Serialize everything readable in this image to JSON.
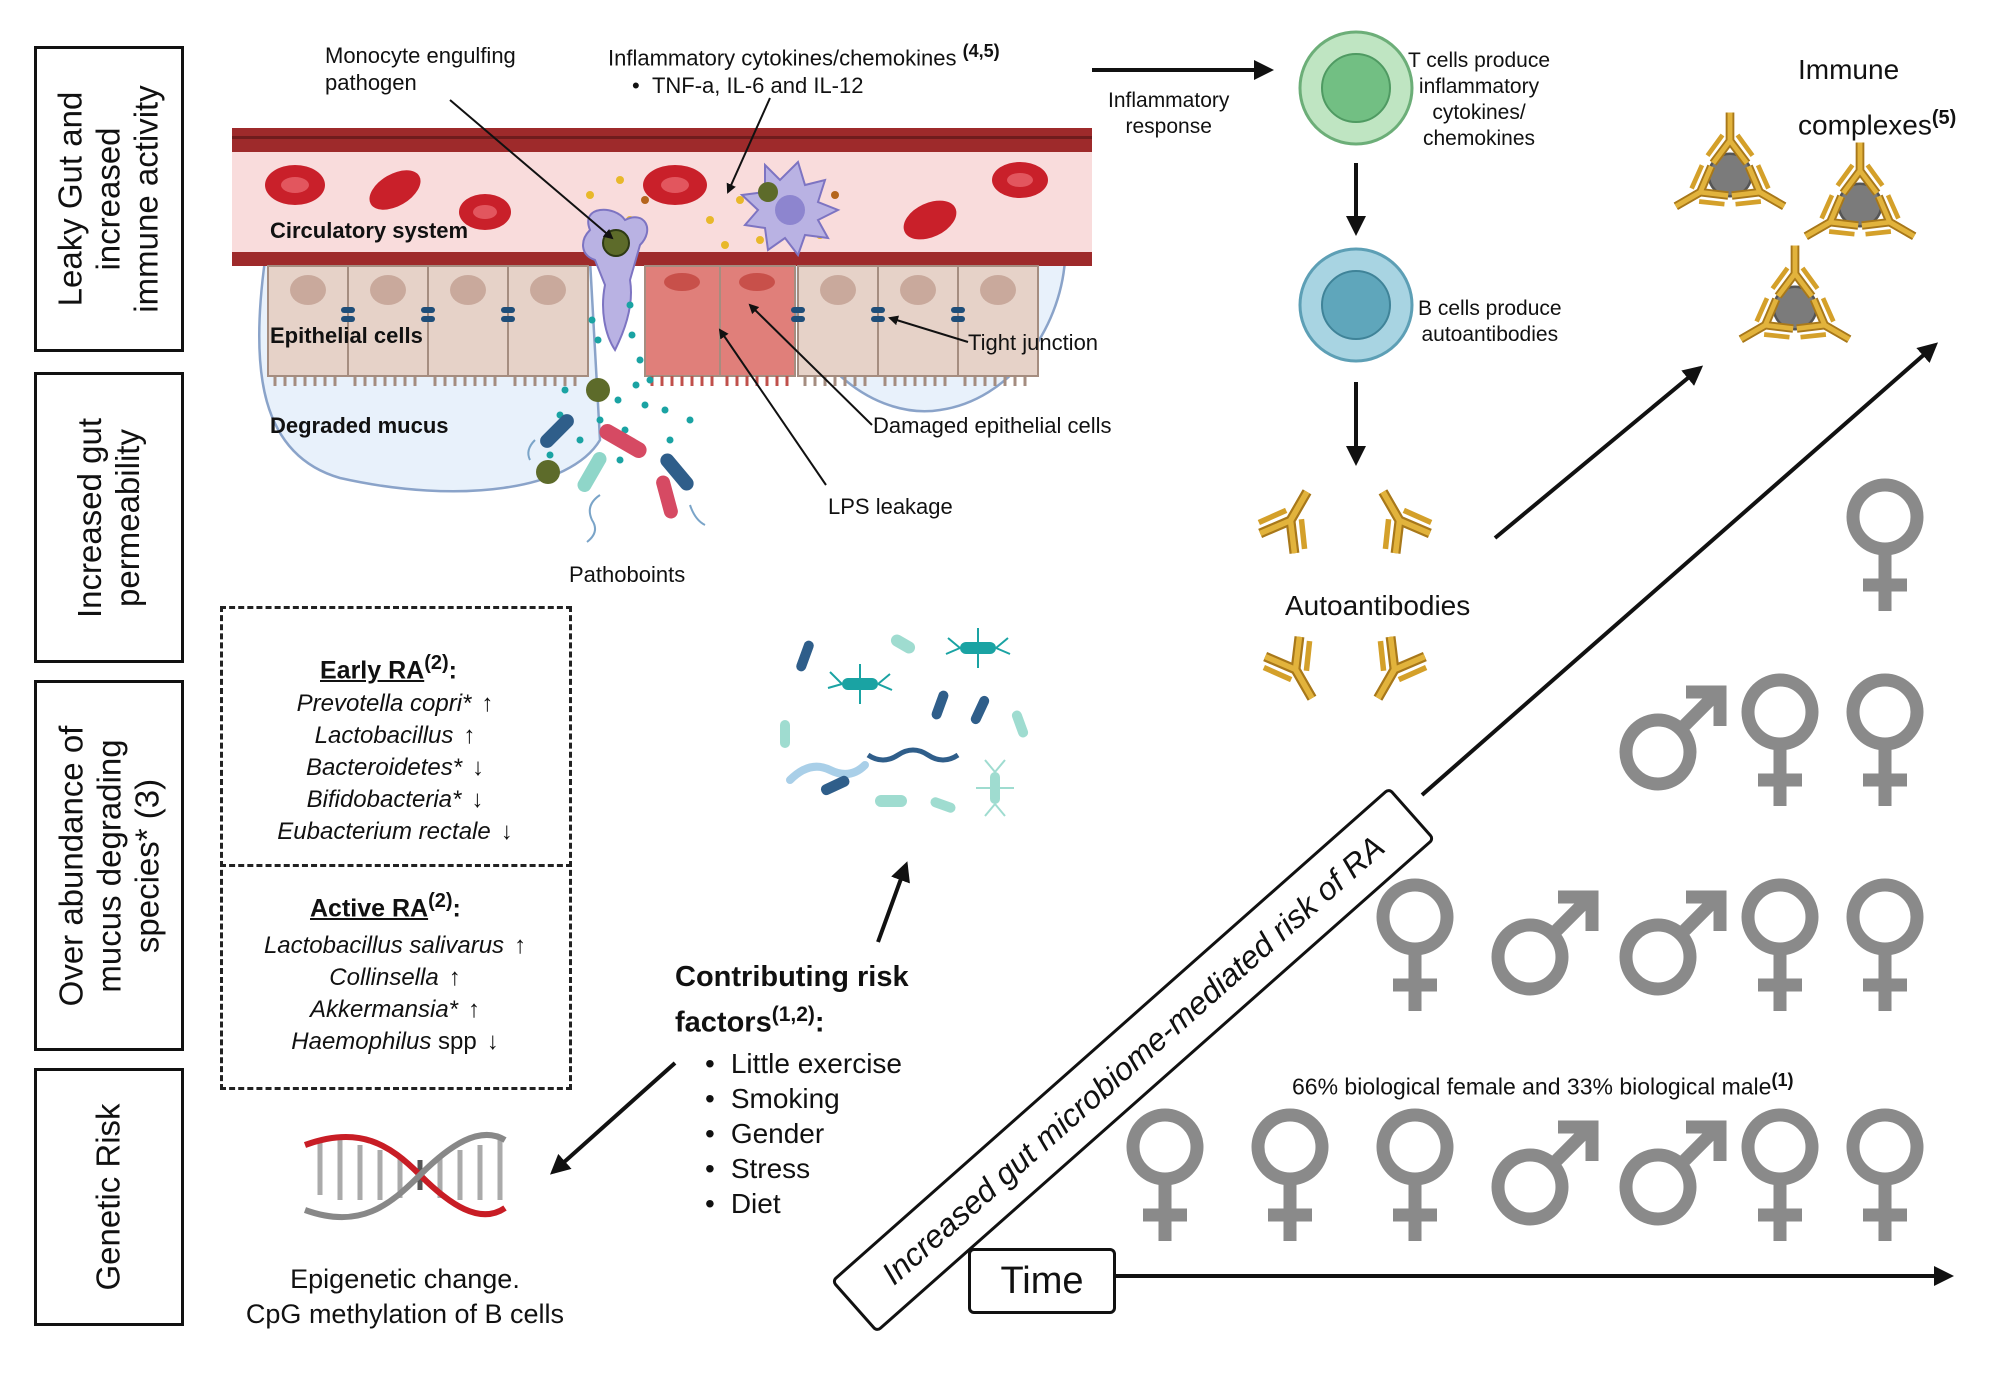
{
  "side_labels": {
    "leaky_gut": "Leaky Gut and\nincreased\nimmune activity",
    "gut_permeability": "Increased gut\npermeability",
    "over_abundance": "Over abundance of\nmucus degrading\nspecies* (3)",
    "genetic_risk": "Genetic Risk"
  },
  "gut_diagram": {
    "monocyte": "Monocyte engulfing\npathogen",
    "cytokines_title": "Inflammatory cytokines/chemokines",
    "cytokines_ref": "(4,5)",
    "cytokines_item": "TNF-a, IL-6 and IL-12",
    "circulatory": "Circulatory system",
    "epithelial": "Epithelial cells",
    "tight_junction": "Tight junction",
    "degraded_mucus": "Degraded mucus",
    "damaged_cells": "Damaged epithelial cells",
    "lps": "LPS leakage",
    "pathobionts": "Pathoboints"
  },
  "immune": {
    "inflammatory_response": "Inflammatory\nresponse",
    "t_cells": "T cells produce\ninflammatory\ncytokines/\nchemokines",
    "b_cells": "B cells produce\nautoantibodies",
    "autoantibodies": "Autoantibodies",
    "immune_complexes": "Immune\ncomplexes",
    "immune_complexes_ref": "(5)"
  },
  "early_ra": {
    "title": "Early RA",
    "ref": "(2)",
    "rows": [
      {
        "name": "Prevotella copri*",
        "dir": "↑"
      },
      {
        "name": "Lactobacillus",
        "dir": "↑"
      },
      {
        "name": "Bacteroidetes*",
        "dir": "↓"
      },
      {
        "name": "Bifidobacteria*",
        "dir": "↓"
      },
      {
        "name": "Eubacterium rectale",
        "dir": "↓"
      }
    ]
  },
  "active_ra": {
    "title": "Active RA",
    "ref": "(2)",
    "rows": [
      {
        "name": "Lactobacillus salivarus",
        "dir": "↑"
      },
      {
        "name": "Collinsella",
        "dir": "↑"
      },
      {
        "name": "Akkermansia*",
        "dir": "↑"
      },
      {
        "name": "Haemophilus",
        "suffix": " spp",
        "dir": "↓"
      }
    ]
  },
  "risk": {
    "title1": "Contributing risk",
    "title2": "factors",
    "ref": "(1,2)",
    "colon": ":",
    "items": [
      "Little exercise",
      "Smoking",
      "Gender",
      "Stress",
      "Diet"
    ]
  },
  "epigenetic": "Epigenetic change.\nCpG methylation of B cells",
  "risk_axis": "Increased gut microbiome-mediated risk of RA",
  "time": "Time",
  "sex_stat": "66% biological female and 33% biological male",
  "sex_stat_ref": "(1)",
  "sex_symbols": {
    "row1": [
      "female"
    ],
    "row2": [
      "male",
      "female",
      "female"
    ],
    "row3": [
      "female",
      "male",
      "male",
      "female",
      "female"
    ],
    "row4": [
      "female",
      "female",
      "female",
      "male",
      "male",
      "female",
      "female"
    ]
  },
  "colors": {
    "vessel": "#9e2a2b",
    "plasma": "#f9dcdc",
    "epithelial": "#e6d2c8",
    "damaged": "#e07f7a",
    "mucus": "#e8f1fb",
    "antibody": "#d4a02a",
    "t_cell": "#8fcf9f",
    "b_cell": "#6bb3c9",
    "symbol": "#8a8a8a"
  }
}
